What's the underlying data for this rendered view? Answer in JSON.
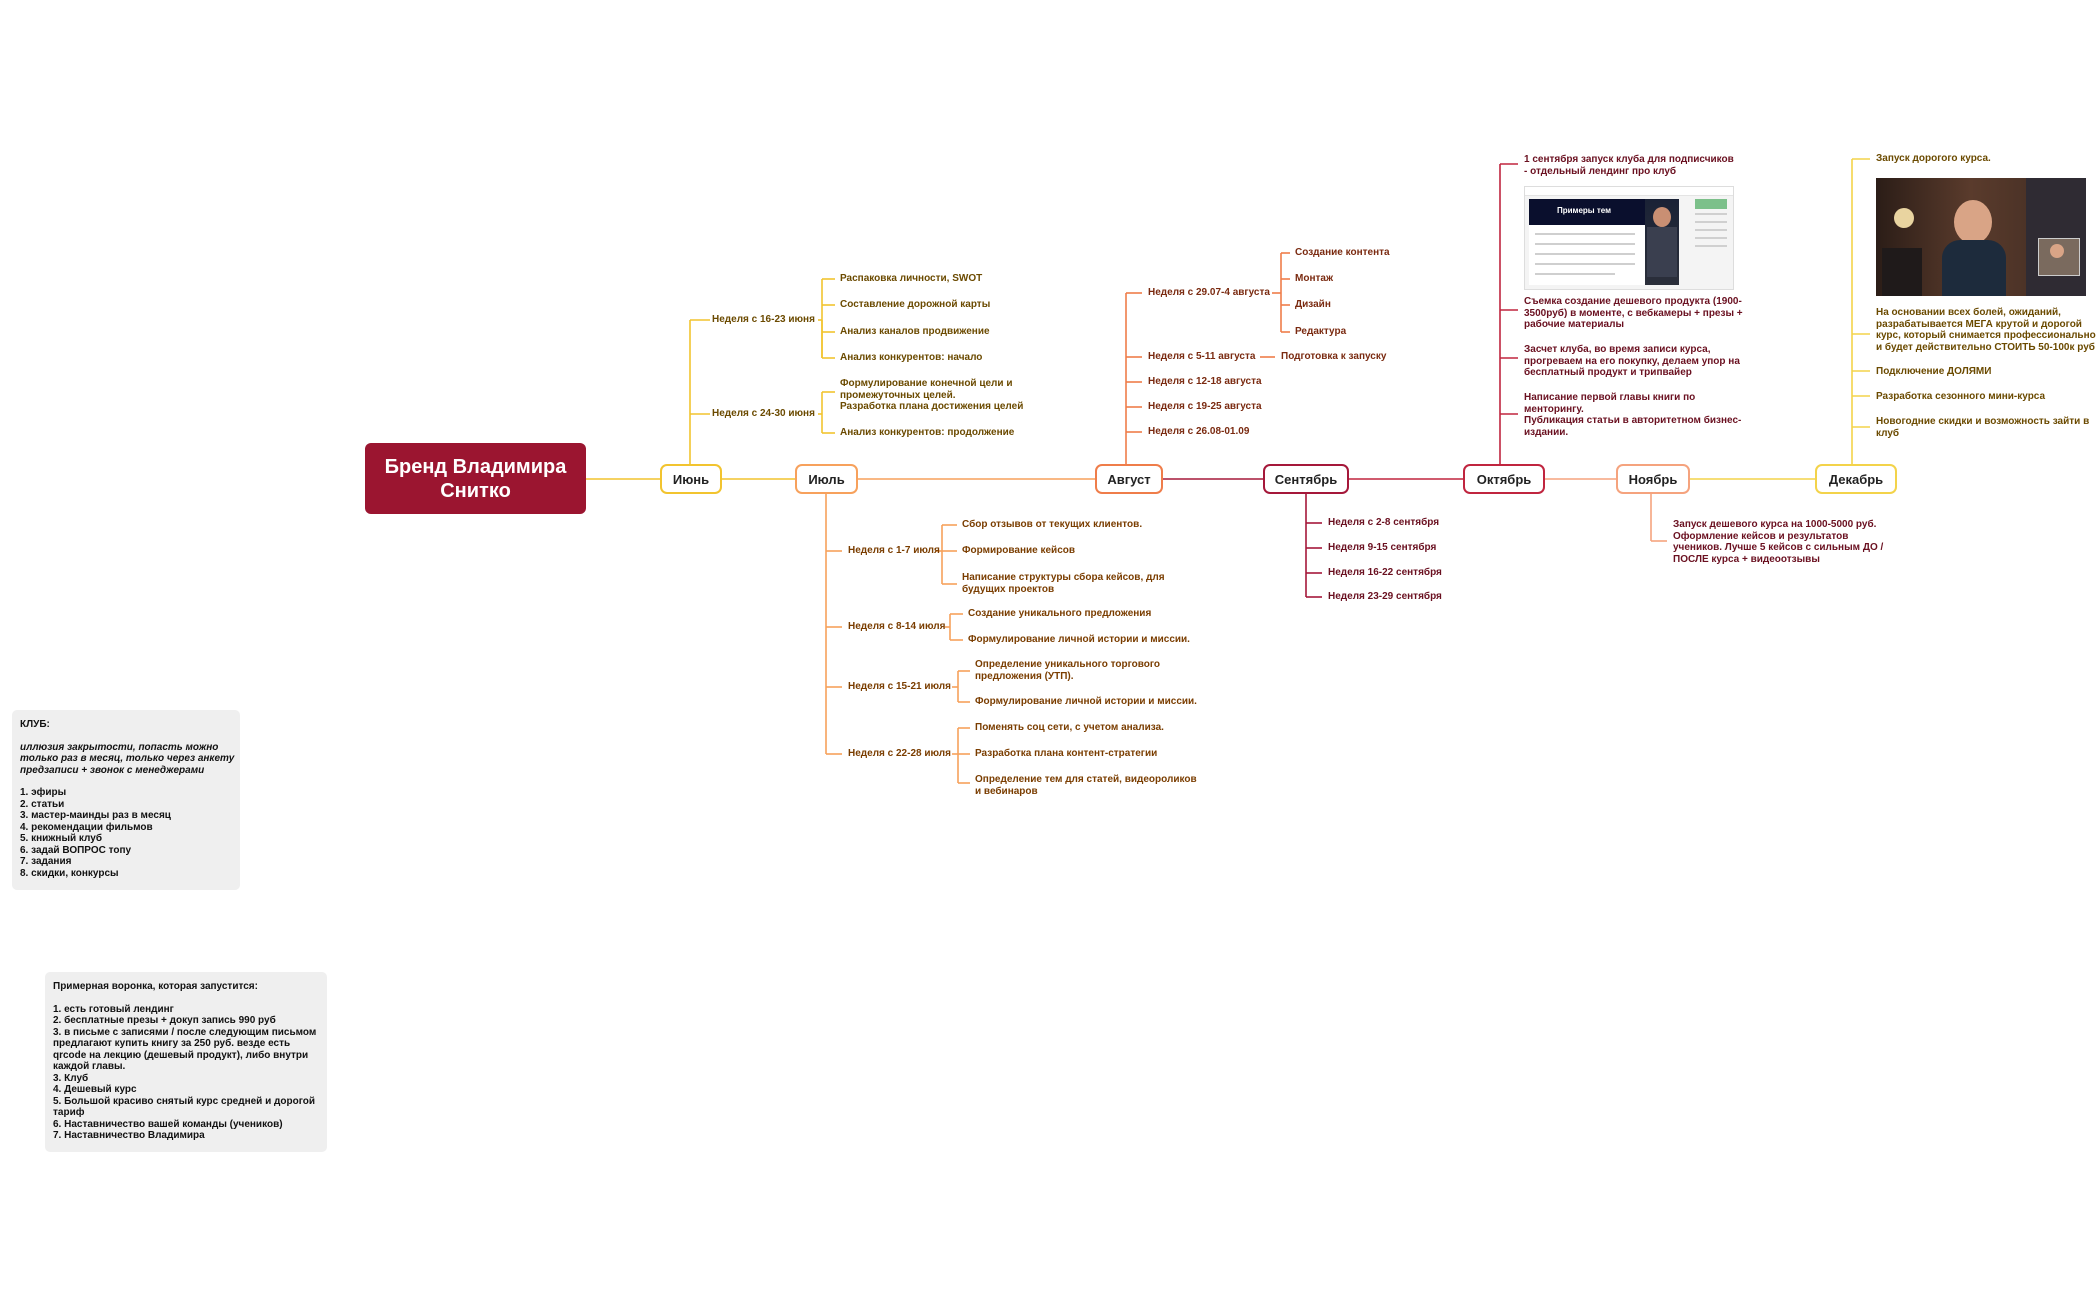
{
  "root": {
    "title": "Бренд Владимира Снитко"
  },
  "colors": {
    "june": "#f2c42f",
    "july": "#f7a15c",
    "august": "#ef7d4a",
    "september": "#a5183a",
    "october": "#c0253f",
    "november": "#f5a37e",
    "december": "#f3d34a",
    "text_june": "#6b4a00",
    "text_july": "#7a3d00",
    "text_sep": "#6a1020"
  },
  "months": {
    "june": "Июнь",
    "july": "Июль",
    "august": "Август",
    "september": "Сентябрь",
    "october": "Октябрь",
    "november": "Ноябрь",
    "december": "Декабрь"
  },
  "june": {
    "w1": {
      "label": "Неделя с 16-23 июня",
      "items": [
        "Распаковка личности, SWOT",
        "Составление дорожной карты",
        "Анализ каналов продвижение",
        "Анализ конкурентов: начало"
      ]
    },
    "w2": {
      "label": "Неделя с 24-30 июня",
      "items": [
        "Формулирование конечной цели и",
        "промежуточных целей.",
        "Разработка плана достижения целей",
        "Анализ конкурентов: продолжение"
      ]
    }
  },
  "july": {
    "w1": {
      "label": "Неделя с 1-7 июля",
      "items": [
        "Сбор отзывов от текущих клиентов.",
        "Формирование кейсов",
        "Написание структуры сбора кейсов, для",
        "будущих проектов"
      ]
    },
    "w2": {
      "label": "Неделя с 8-14 июля",
      "items": [
        "Создание уникального предложения",
        "Формулирование личной истории и миссии."
      ]
    },
    "w3": {
      "label": "Неделя с 15-21 июля",
      "items": [
        "Определение уникального торгового",
        "предложения (УТП).",
        "Формулирование личной истории и миссии."
      ]
    },
    "w4": {
      "label": "Неделя с 22-28 июля",
      "items": [
        "Поменять соц сети, с учетом анализа.",
        "Разработка плана контент-стратегии",
        "Определение тем для статей, видеороликов",
        "и вебинаров"
      ]
    }
  },
  "august": {
    "w1": {
      "label": "Неделя с 29.07-4 августа",
      "items": [
        "Создание контента",
        "Монтаж",
        "Дизайн",
        "Редактура"
      ]
    },
    "w2": {
      "label": "Неделя с 5-11 августа",
      "items": [
        "Подготовка к запуску"
      ]
    },
    "w3": {
      "label": "Неделя с 12-18 августа"
    },
    "w4": {
      "label": "Неделя с 19-25 августа"
    },
    "w5": {
      "label": "Неделя с 26.08-01.09"
    }
  },
  "september": {
    "items": [
      "Неделя с 2-8 сентября",
      "Неделя 9-15 сентября",
      "Неделя 16-22 сентября",
      "Неделя 23-29 сентября"
    ]
  },
  "october": {
    "i1": [
      "1 сентября запуск клуба для подписчиков",
      "- отдельный лендинг про клуб"
    ],
    "i2": [
      "Съемка создание дешевого продукта (1900-",
      "3500руб) в моменте, с вебкамеры + презы +",
      "рабочие материалы"
    ],
    "i3": [
      "Засчет клуба, во время записи курса,",
      "прогреваем на его покупку, делаем упор на",
      "бесплатный продукт и трипвайер"
    ],
    "i4": [
      "Написание первой главы книги по",
      "менторингу.",
      "Публикация статьи в авторитетном бизнес-",
      "издании."
    ],
    "screenshot": {
      "title": "Примеры тем"
    }
  },
  "november": {
    "i1": [
      "Запуск дешевого курса на 1000-5000 руб.",
      "Оформление кейсов и результатов",
      "учеников. Лучше 5 кейсов с сильным ДО /",
      "ПОСЛЕ курса + видеоотзывы"
    ]
  },
  "december": {
    "i1": "Запуск дорогого курса.",
    "i2": [
      "На основании всех болей, ожиданий,",
      "разрабатывается МЕГА крутой и дорогой",
      "курс, который снимается профессионально",
      "и будет действительно СТОИТЬ 50-100к руб"
    ],
    "i3": "Подключение ДОЛЯМИ",
    "i4": "Разработка сезонного мини-курса",
    "i5": [
      "Новогодние скидки и возможность зайти в",
      "клуб"
    ]
  },
  "club_note": {
    "title": "КЛУБ:",
    "desc": [
      "иллюзия закрытости, попасть можно",
      "только раз в месяц, только через анкету",
      "предзаписи + звонок с менеджерами"
    ],
    "items": [
      "1. эфиры",
      "2. статьи",
      "3. мастер-маинды раз в месяц",
      "4. рекомендации фильмов",
      "5. книжный клуб",
      "6. задай ВОПРОС топу",
      "7. задания",
      "8. скидки, конкурсы"
    ]
  },
  "funnel_note": {
    "title": "Примерная воронка, которая запустится:",
    "items": [
      "1. есть готовый лендинг",
      "2. бесплатные презы + докуп запись 990 руб",
      "3. в письме с записями / после следующим письмом",
      "предлагают купить книгу за 250 руб. везде есть",
      "qrcode на лекцию (дешевый продукт), либо внутри",
      "каждой главы.",
      "3. Клуб",
      "4. Дешевый курс",
      "5. Большой красиво снятый курс средней и дорогой",
      "тариф",
      "6. Наставничество вашей команды (учеников)",
      "7. Наставничество Владимира"
    ]
  }
}
